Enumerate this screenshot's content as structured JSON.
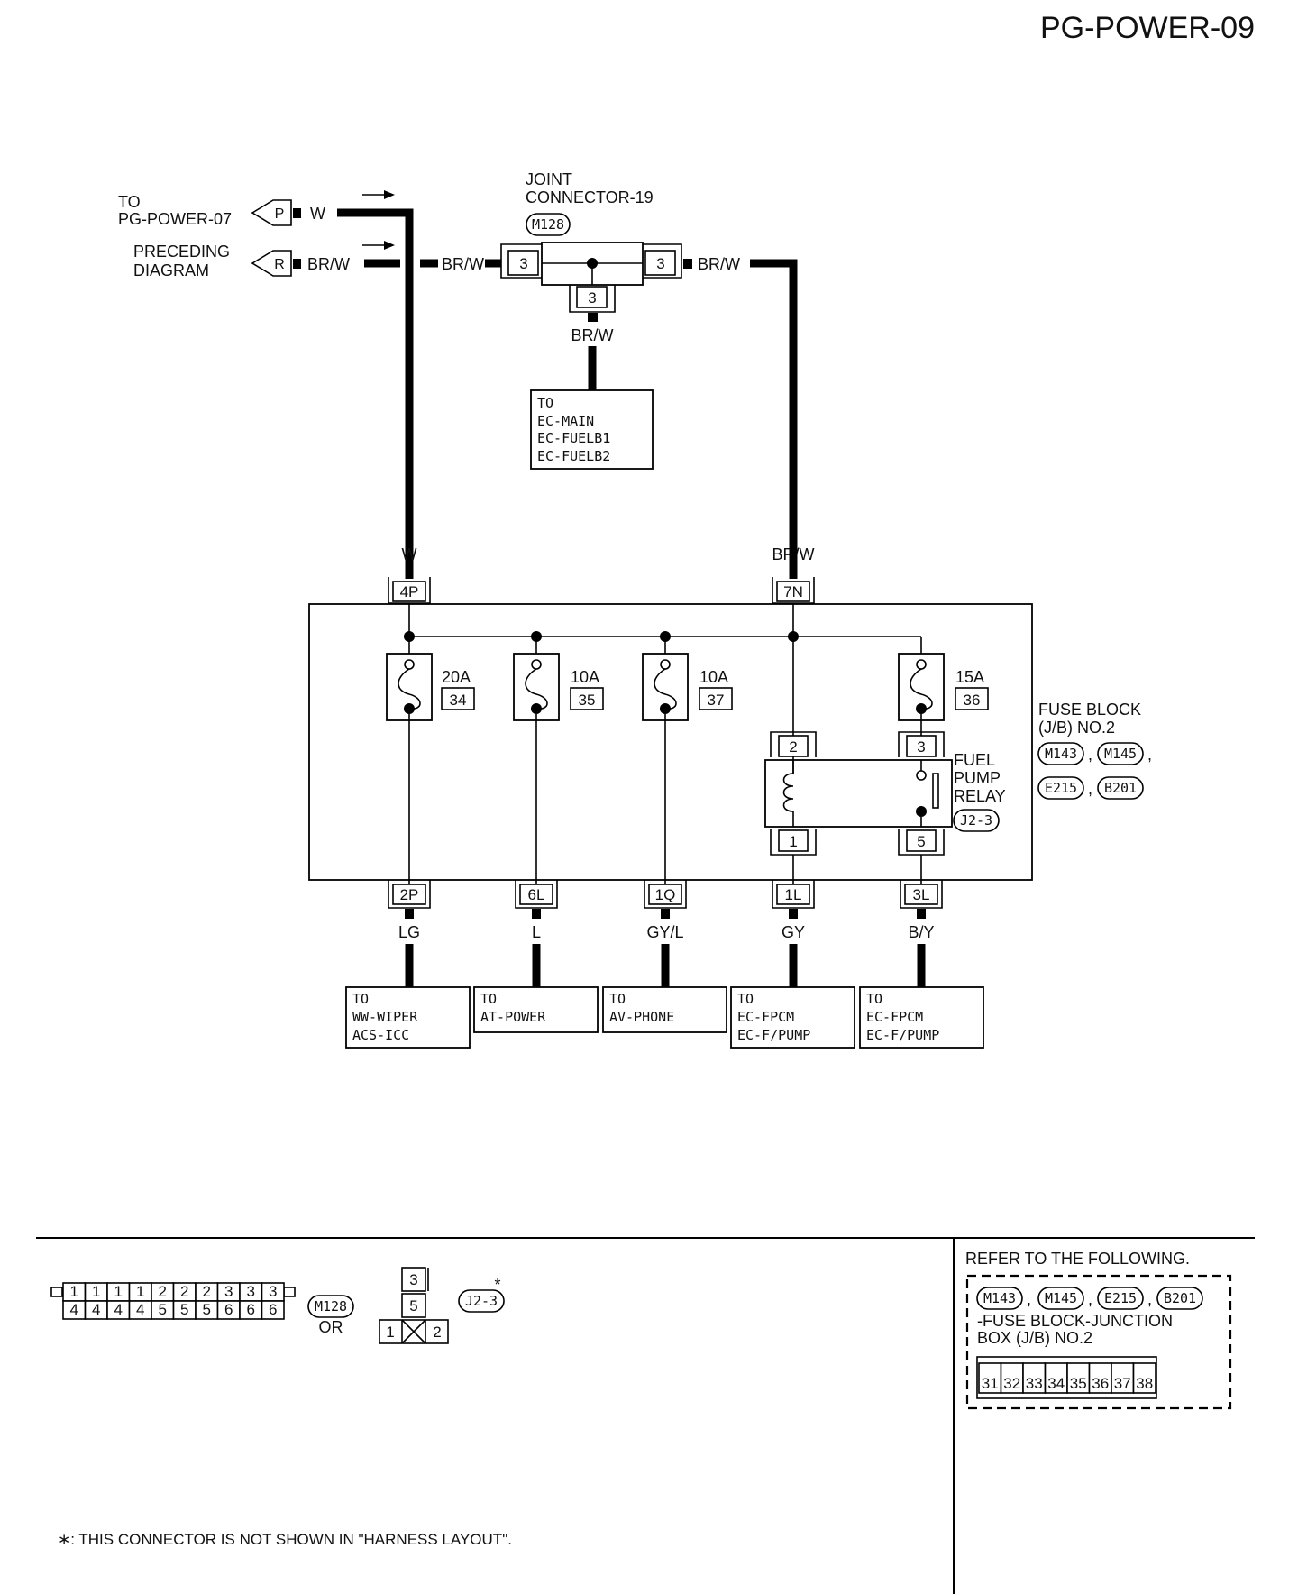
{
  "page": {
    "code": "PG-POWER-09"
  },
  "from": {
    "to_label": "TO",
    "target": "PG-POWER-07",
    "preceding_line1": "PRECEDING",
    "preceding_line2": "DIAGRAM",
    "inputs": [
      {
        "letter": "P",
        "wire": "W"
      },
      {
        "letter": "R",
        "wire": "BR/W"
      }
    ]
  },
  "joint_connector": {
    "title_line1": "JOINT",
    "title_line2": "CONNECTOR-19",
    "connector": "M128",
    "pin_left": "3",
    "pin_right": "3",
    "pin_bottom": "3",
    "wire_left": "BR/W",
    "wire_right": "BR/W",
    "wire_bottom": "BR/W",
    "destination": [
      "TO",
      "EC-MAIN",
      "EC-FUELB1",
      "EC-FUELB2"
    ]
  },
  "fuse_block": {
    "input_left_wire": "W",
    "input_left_pin": "4P",
    "input_right_wire": "BR/W",
    "input_right_pin": "7N",
    "name_line1": "FUSE BLOCK",
    "name_line2": "(J/B) NO.2",
    "connectors": [
      "M143",
      "M145",
      "E215",
      "B201"
    ],
    "sep": ",",
    "fuses": [
      {
        "amp": "20A",
        "num": "34"
      },
      {
        "amp": "10A",
        "num": "35"
      },
      {
        "amp": "10A",
        "num": "37"
      },
      {
        "amp": "15A",
        "num": "36"
      }
    ],
    "relay": {
      "name_line1": "FUEL",
      "name_line2": "PUMP",
      "name_line3": "RELAY",
      "connector": "J2-3",
      "pin_coil_top": "2",
      "pin_coil_bottom": "1",
      "pin_switch_top": "3",
      "pin_switch_bottom": "5"
    },
    "outputs": [
      {
        "pin": "2P",
        "wire": "LG",
        "dest": [
          "TO",
          "WW-WIPER",
          "ACS-ICC"
        ]
      },
      {
        "pin": "6L",
        "wire": "L",
        "dest": [
          "TO",
          "AT-POWER"
        ]
      },
      {
        "pin": "1Q",
        "wire": "GY/L",
        "dest": [
          "TO",
          "AV-PHONE"
        ]
      },
      {
        "pin": "1L",
        "wire": "GY",
        "dest": [
          "TO",
          "EC-FPCM",
          "EC-F/PUMP"
        ]
      },
      {
        "pin": "3L",
        "wire": "B/Y",
        "dest": [
          "TO",
          "EC-FPCM",
          "EC-F/PUMP"
        ]
      }
    ]
  },
  "bottom": {
    "m128_top": [
      "1",
      "1",
      "1",
      "1",
      "2",
      "2",
      "2",
      "3",
      "3",
      "3"
    ],
    "m128_bottom": [
      "4",
      "4",
      "4",
      "4",
      "5",
      "5",
      "5",
      "6",
      "6",
      "6"
    ],
    "m128_label": "M128",
    "or_label": "OR",
    "j23_pins": [
      "3",
      "5",
      "1",
      "2"
    ],
    "j23_label": "J2-3",
    "asterisk": "*",
    "refer_title": "REFER TO THE FOLLOWING.",
    "refer_connectors": [
      "M143",
      "M145",
      "E215",
      "B201"
    ],
    "refer_line1": "-FUSE BLOCK-JUNCTION",
    "refer_line2": "BOX (J/B) NO.2",
    "fuse_numbers": [
      "31",
      "32",
      "33",
      "34",
      "35",
      "36",
      "37",
      "38"
    ],
    "note": "∗: THIS CONNECTOR IS NOT SHOWN IN \"HARNESS LAYOUT\"."
  }
}
